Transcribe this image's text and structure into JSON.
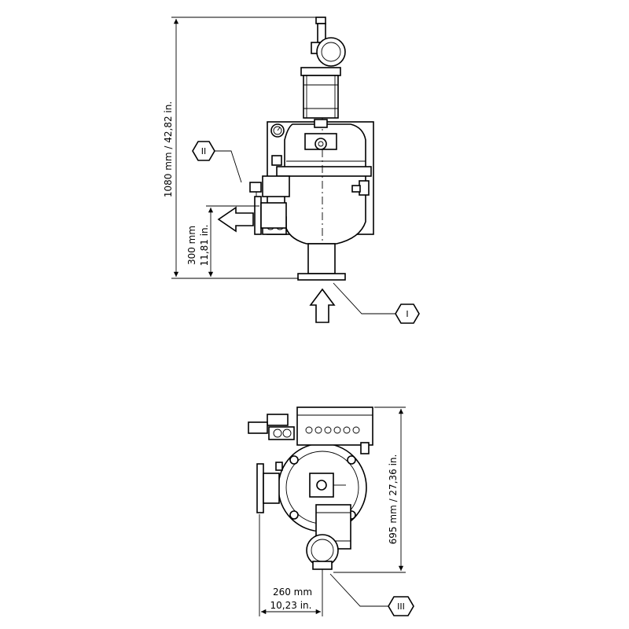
{
  "dimensions": {
    "total_height_label": "1080 mm / 42,82 in.",
    "outlet_height_mm": "300 mm",
    "outlet_height_in": "11,81 in.",
    "depth_label": "695 mm / 27,36 in.",
    "width_mm": "260 mm",
    "width_in": "10,23 in."
  },
  "callouts": {
    "inlet": "I",
    "outlet": "II",
    "drain": "III"
  }
}
